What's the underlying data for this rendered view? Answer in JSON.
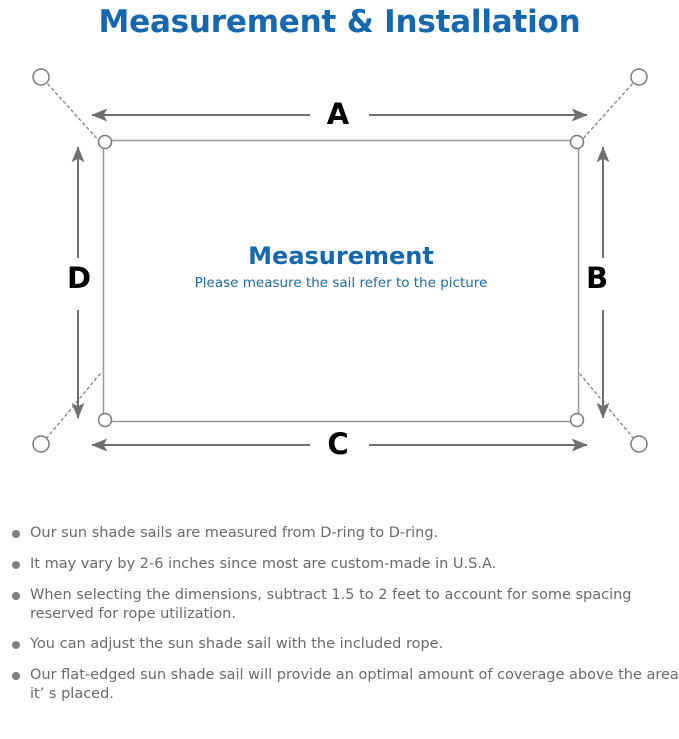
{
  "page": {
    "title": "Measurement & Installation",
    "accent_color": "#1668ae",
    "text_color": "#6b6b6b",
    "line_color": "#707070",
    "background": "#ffffff"
  },
  "diagram": {
    "name": "sun-shade-sail-measurement-diagram",
    "sail": {
      "title": "Measurement",
      "subtitle": "Please measure the sail refer to the picture"
    },
    "dimension_labels": {
      "top": "A",
      "right": "B",
      "bottom": "C",
      "left": "D"
    },
    "parts": {
      "d_ring": "d-ring",
      "anchor_point": "anchor-point",
      "rope": "dashed-rope-line",
      "dimension_arrow": "double-headed-arrow"
    }
  },
  "notes": [
    "Our sun shade sails are measured from D-ring to D-ring.",
    "It may vary by 2-6 inches since most are custom-made in U.S.A.",
    "When selecting the dimensions, subtract 1.5 to 2 feet to account for some spacing reserved for rope utilization.",
    "You can adjust the sun shade sail with the included rope.",
    "Our flat-edged sun shade sail will provide an optimal amount of coverage above the area it’ s placed."
  ]
}
